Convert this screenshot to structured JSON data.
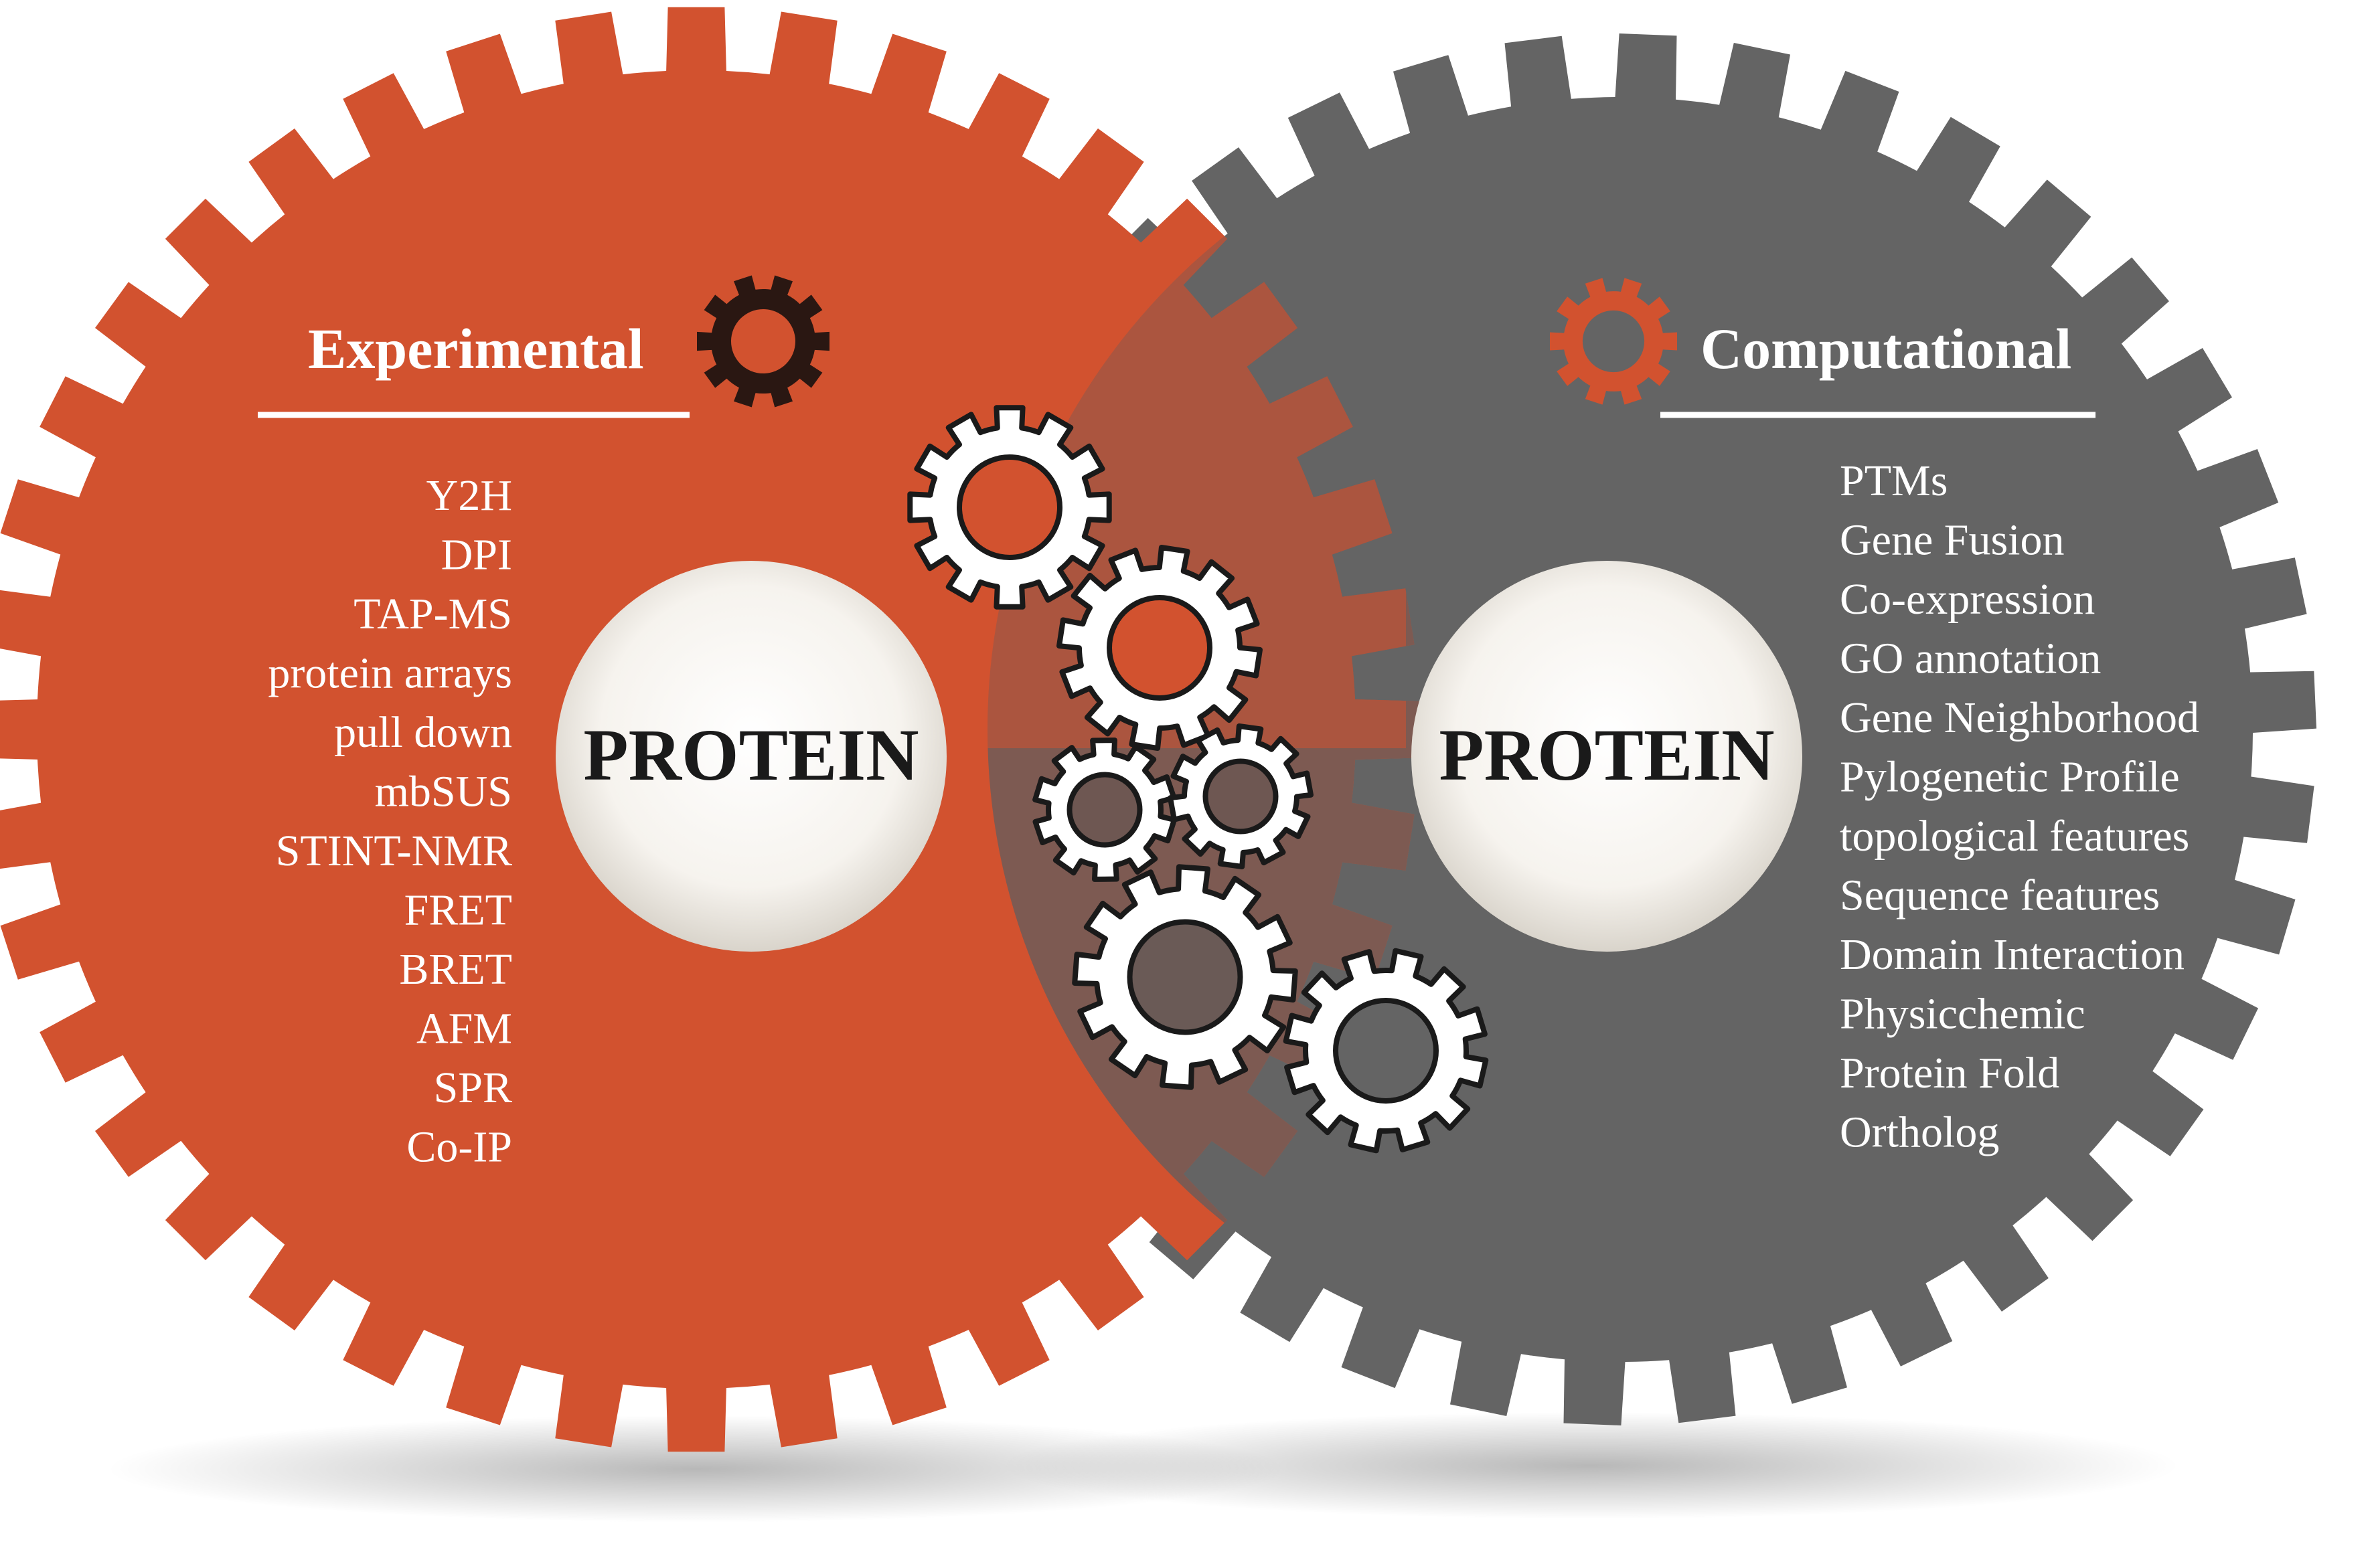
{
  "left": {
    "heading": "Experimental",
    "hub_label": "PROTEIN",
    "items": [
      "Y2H",
      "DPI",
      "TAP-MS",
      "protein arrays",
      "pull down",
      "mbSUS",
      "STINT-NMR",
      "FRET",
      "BRET",
      "AFM",
      "SPR",
      "Co-IP"
    ]
  },
  "right": {
    "heading": "Computational",
    "hub_label": "PROTEIN",
    "items": [
      "PTMs",
      "Gene Fusion",
      "Co-expression",
      "GO annotation",
      "Gene Neighborhood",
      "Pylogenetic Profile",
      "topological features",
      "Sequence features",
      "Domain Interaction",
      "Physicchemic",
      "Protein Fold",
      "Ortholog"
    ]
  },
  "colors": {
    "experimental": "#d2522f",
    "computational": "#646464",
    "overlap": "#7d5a52",
    "hub": "#ffffff",
    "small_gear": "#ffffff"
  },
  "icons": [
    "gear-icon"
  ]
}
